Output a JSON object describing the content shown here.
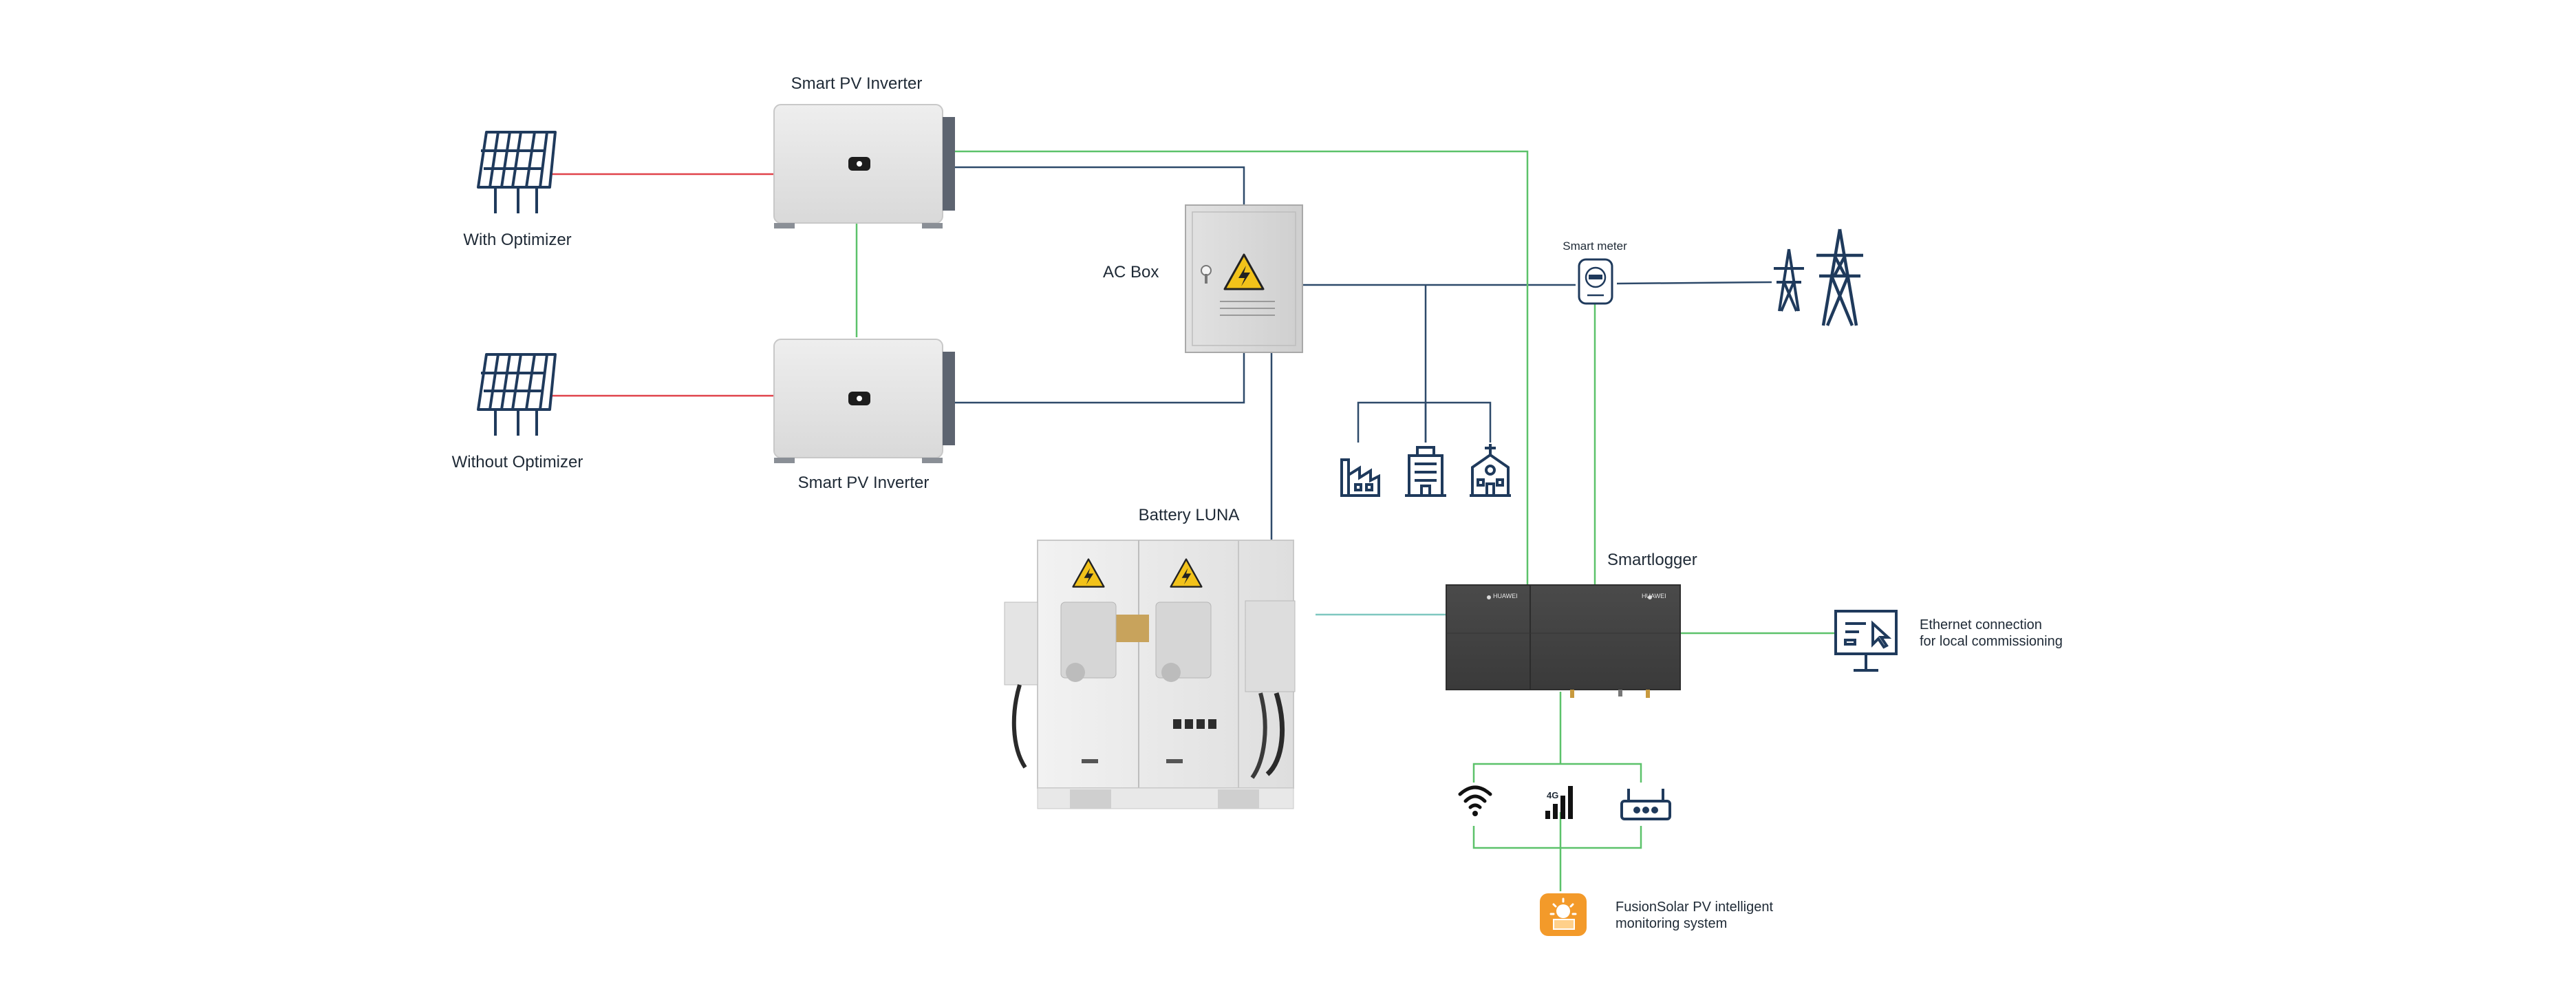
{
  "labels": {
    "inverter_top": "Smart PV Inverter",
    "inverter_bottom": "Smart PV Inverter",
    "with_optimizer": "With Optimizer",
    "without_optimizer": "Without Optimizer",
    "ac_box": "AC Box",
    "battery": "Battery LUNA",
    "smart_meter": "Smart meter",
    "smartlogger": "Smartlogger",
    "ethernet_line1": "Ethernet connection",
    "ethernet_line2": "for local commissioning",
    "fusionsolar_line1": "FusionSolar PV intelligent",
    "fusionsolar_line2": "monitoring system",
    "network_4g": "4G",
    "brand": "HUAWEI"
  },
  "icons": [
    "solar-panel-icon",
    "inverter-device",
    "ac-box-icon",
    "electric-hazard-icon",
    "smart-meter-icon",
    "transmission-tower-icon",
    "factory-icon",
    "office-building-icon",
    "hospital-icon",
    "battery-cabinet",
    "smartlogger-device",
    "monitor-icon",
    "cursor-icon",
    "wifi-icon",
    "signal-4g-icon",
    "router-icon",
    "fusionsolar-app-icon"
  ],
  "colors": {
    "dc_line": "#e0434b",
    "ac_line": "#2e4a6a",
    "comm_line": "#5cc26a",
    "battery_comm_line": "#7fc7c0",
    "icon": "#1f3a5c",
    "app_orange": "#f39a2a"
  }
}
